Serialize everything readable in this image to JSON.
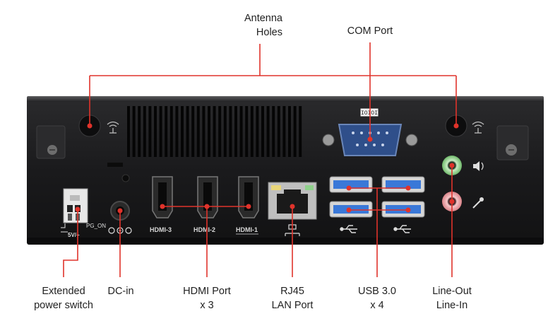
{
  "callouts": {
    "antenna": "Antenna\nHoles",
    "com": "COM Port",
    "power_switch": "Extended\npower switch",
    "dc_in": "DC-in",
    "hdmi": "HDMI Port\nx 3",
    "rj45": "RJ45\nLAN Port",
    "usb": "USB 3.0\nx 4",
    "audio": "Line-Out\nLine-In"
  },
  "panel_labels": {
    "hdmi3": "HDMI-3",
    "hdmi2": "HDMI-2",
    "hdmi1": "HDMI-1",
    "switch_pg_on": "PG_ON",
    "switch_5v": "5V/+"
  },
  "colors": {
    "leader_line": "#e0332b",
    "chassis": "#1c1c1e",
    "usb_blue": "#3a78d8",
    "line_out_green": "#8ed08a",
    "line_in_pink": "#e9a0a4",
    "com_blue": "#2f4f8a"
  },
  "icons": [
    "wifi-icon",
    "usb-icon",
    "headphone-icon",
    "microphone-icon",
    "network-icon",
    "dc-polarity-icon"
  ]
}
